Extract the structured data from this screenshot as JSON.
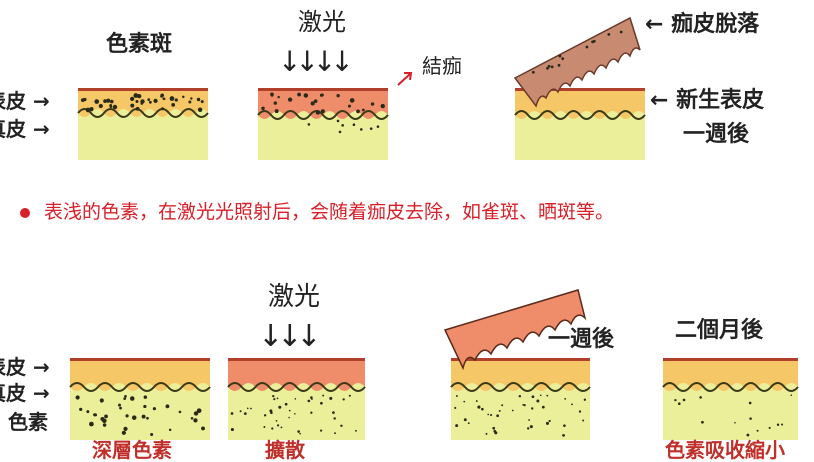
{
  "top": {
    "title_pigment": "色素斑",
    "laser": "激光",
    "scab": "結痂",
    "scab_off": "← 痂皮脫落",
    "new_epidermis": "← 新生表皮",
    "one_week": "一週後",
    "label_epidermis": "表皮 →",
    "label_dermis": "真皮 →",
    "laser_arrows": "↓↓↓↓"
  },
  "note": {
    "text": "表浅的色素，在激光光照射后，会随着痂皮去除，如雀斑、晒斑等。",
    "color": "#d8202a"
  },
  "bottom": {
    "laser": "激光",
    "laser_arrows": "↓↓↓",
    "one_week": "一週後",
    "two_months": "二個月後",
    "label_epidermis": "表皮 →",
    "label_dermis": "真皮 →",
    "label_pigment": "色素",
    "caption_deep": "深層色素",
    "caption_spread": "擴散",
    "caption_absorb": "色素吸收縮小"
  },
  "colors": {
    "epidermis": "#f6c766",
    "epidermis_lasered": "#ef8d6b",
    "dermis": "#ecef9a",
    "surface_line": "#b0402a",
    "pigment": "#2a2a1a"
  }
}
